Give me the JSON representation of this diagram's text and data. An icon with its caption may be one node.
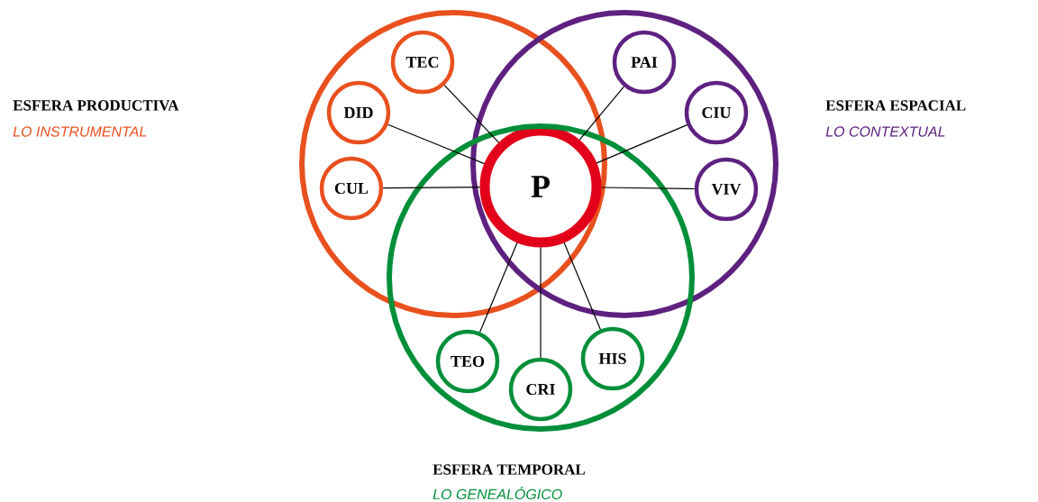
{
  "diagram": {
    "nodes": [
      {
        "text": [],
        "shape": "circle"
      },
      {
        "text": [
          "TEC"
        ],
        "in": 0
      },
      {
        "text": [
          "DID"
        ],
        "in": 0
      },
      {
        "text": [
          "CUL"
        ],
        "in": 0
      },
      {
        "text": [],
        "shape": "circle"
      },
      {
        "text": [
          "PAI"
        ],
        "in": 4
      },
      {
        "text": [
          "CIU"
        ],
        "in": 4
      },
      {
        "text": [
          "VIV"
        ],
        "in": 4
      },
      {
        "text": [
          "P"
        ]
      },
      {
        "text": [],
        "shape": "circle"
      },
      {
        "text": [
          "TEO"
        ],
        "in": 9
      },
      {
        "text": [
          "CRI"
        ],
        "in": 9
      },
      {
        "text": [
          "HIS"
        ],
        "in": 9
      }
    ],
    "edges": [
      {
        "from": 8,
        "to": 1,
        "arrow": "none"
      },
      {
        "from": 8,
        "to": 2,
        "arrow": "none"
      },
      {
        "from": 8,
        "to": 3,
        "arrow": "none"
      },
      {
        "from": 8,
        "to": 5,
        "arrow": "none"
      },
      {
        "from": 8,
        "to": 6,
        "arrow": "none"
      },
      {
        "from": 8,
        "to": 7,
        "arrow": "none"
      },
      {
        "from": 8,
        "to": 10,
        "arrow": "none"
      },
      {
        "from": 8,
        "to": 11,
        "arrow": "none"
      },
      {
        "from": 8,
        "to": 12,
        "arrow": "none"
      }
    ],
    "labels": [
      "ESFERA PRODUCTIVA",
      "LO INSTRUMENTAL",
      "ESFERA ESPACIAL",
      "LO CONTEXTUAL",
      "ESFERA TEMPORAL",
      "LO GENEALÓGICO"
    ]
  }
}
